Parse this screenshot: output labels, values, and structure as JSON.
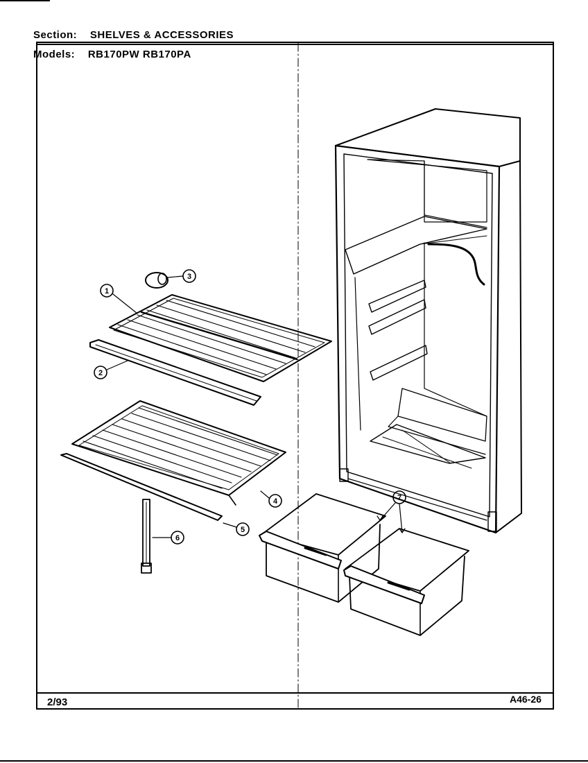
{
  "header": {
    "section_label": "Section:",
    "section_value": "SHELVES & ACCESSORIES",
    "models_label": "Models:",
    "models_value": "RB170PW   RB170PA"
  },
  "footer": {
    "date": "2/93",
    "page_code": "A46-26"
  },
  "callouts": [
    "1",
    "2",
    "3",
    "4",
    "5",
    "6",
    "7"
  ]
}
